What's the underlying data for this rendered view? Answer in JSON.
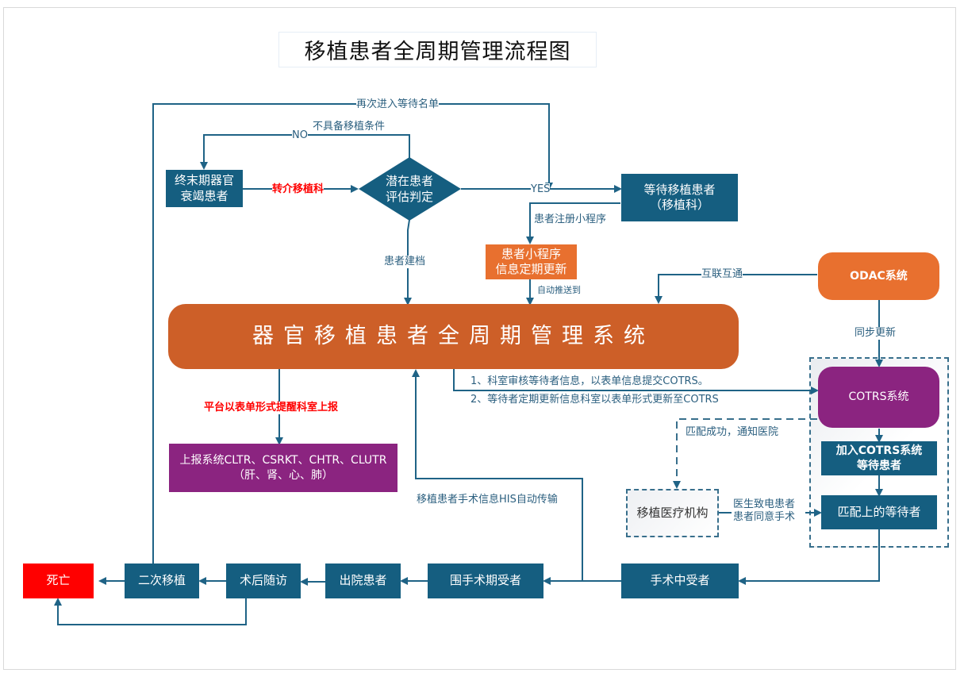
{
  "title": "移植患者全周期管理流程图",
  "colors": {
    "node_blue": "#155e80",
    "node_orange": "#e8702f",
    "system_orange": "#cd5f28",
    "node_purple": "#8b2480",
    "node_red": "#ff0000",
    "line": "#1f6386",
    "label_text": "#2b5f7f",
    "highlight_text": "#ff0000"
  },
  "nodes": {
    "end_stage": "终末期器官\n衰竭患者",
    "assess": "潜在患者\n评估判定",
    "waiting": "等待移植患者\n（移植科）",
    "mini_program": "患者小程序\n信息定期更新",
    "system": "器官移植患者全周期管理系统",
    "odac": "ODAC系统",
    "cotrs": "COTRS系统",
    "join_cotrs": "加入COTRS系统\n等待患者",
    "matched": "匹配上的等待者",
    "report": "上报系统CLTR、CSRKT、CHTR、CLUTR\n（肝、肾、心、肺）",
    "hospital": "移植医疗机构",
    "intra_op": "手术中受者",
    "peri_op": "围手术期受者",
    "discharged": "出院患者",
    "followup": "术后随访",
    "second_tx": "二次移植",
    "death": "死亡"
  },
  "edge_labels": {
    "reenter": "再次进入等待名单",
    "no": "NO",
    "not_eligible": "不具备移植条件",
    "refer": "转介移植科",
    "yes": "YES",
    "register_app": "患者注册小程序",
    "archive": "患者建档",
    "auto_push": "自动推送到",
    "interconnect": "互联互通",
    "sync_update": "同步更新",
    "submit_1": "1、科室审核等待者信息，以表单信息提交COTRS。",
    "submit_2": "2、等待者定期更新信息科室以表单形式更新至COTRS",
    "remind_report": "平台以表单形式提醒科室上报",
    "match_notify": "匹配成功，通知医院",
    "doctor_call": "医生致电患者\n患者同意手术",
    "his_transfer": "移植患者手术信息HIS自动传输"
  }
}
